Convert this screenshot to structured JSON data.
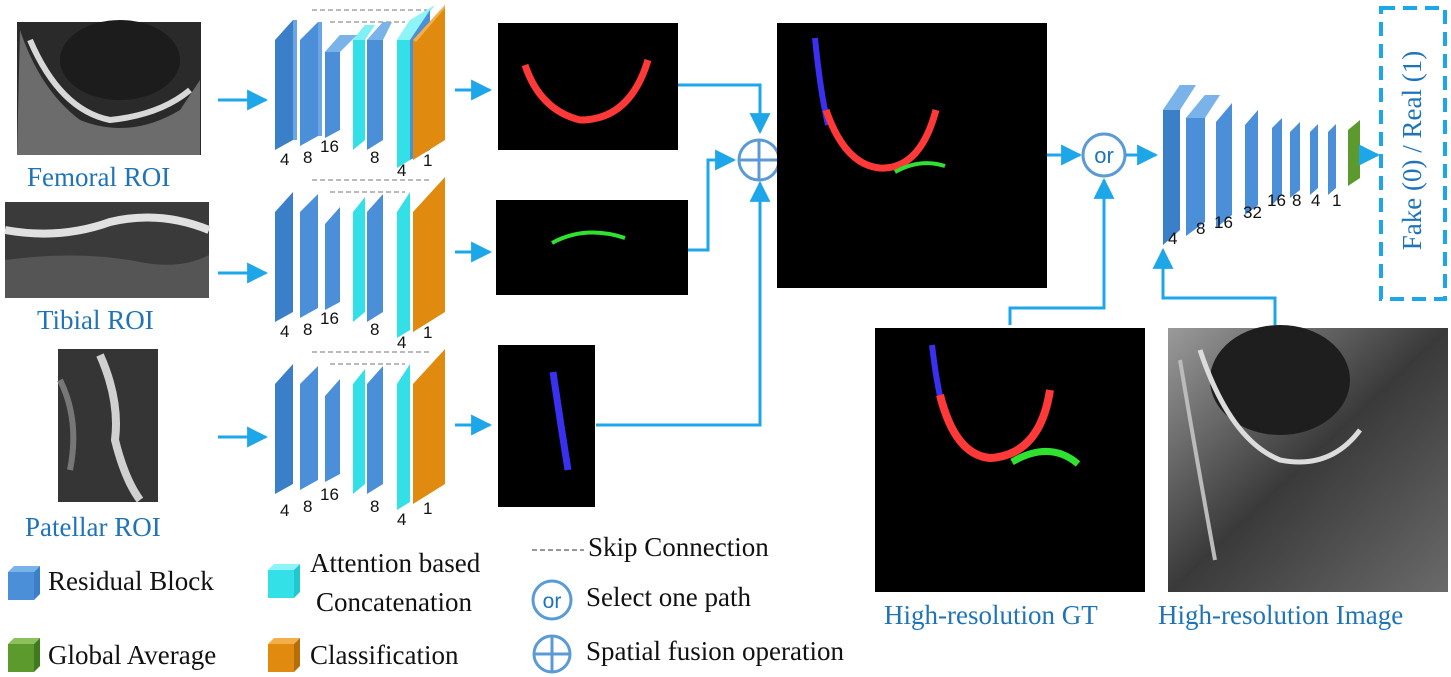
{
  "roi_labels": {
    "femoral": "Femoral ROI",
    "tibial": "Tibial ROI",
    "patellar": "Patellar ROI"
  },
  "encoder_numbers": [
    "4",
    "8",
    "16",
    "8",
    "4",
    "1"
  ],
  "discriminator_numbers": [
    "4",
    "8",
    "16",
    "32",
    "16",
    "8",
    "4",
    "1"
  ],
  "or_symbol": "or",
  "output_label": "Fake (0) / Real (1)",
  "gt_label": "High-resolution GT",
  "image_label": "High-resolution Image",
  "legend": {
    "residual_block": "Residual Block",
    "attention_line1": "Attention based",
    "attention_line2": "Concatenation",
    "global_average": "Global Average",
    "classification": "Classification",
    "skip_connection": "Skip Connection",
    "select_one_path": "Select one path",
    "spatial_fusion": "Spatial fusion operation"
  },
  "colors": {
    "residual_blue": "#4a8fd8",
    "attention_cyan": "#33e0e8",
    "classification_orange": "#e08a10",
    "global_green": "#5c9a2e",
    "arrow_blue": "#1ea7e8",
    "label_blue": "#1f74b8",
    "femoral_mask": "#ff3838",
    "tibial_mask": "#2fe22f",
    "patellar_mask": "#3a30f0"
  }
}
